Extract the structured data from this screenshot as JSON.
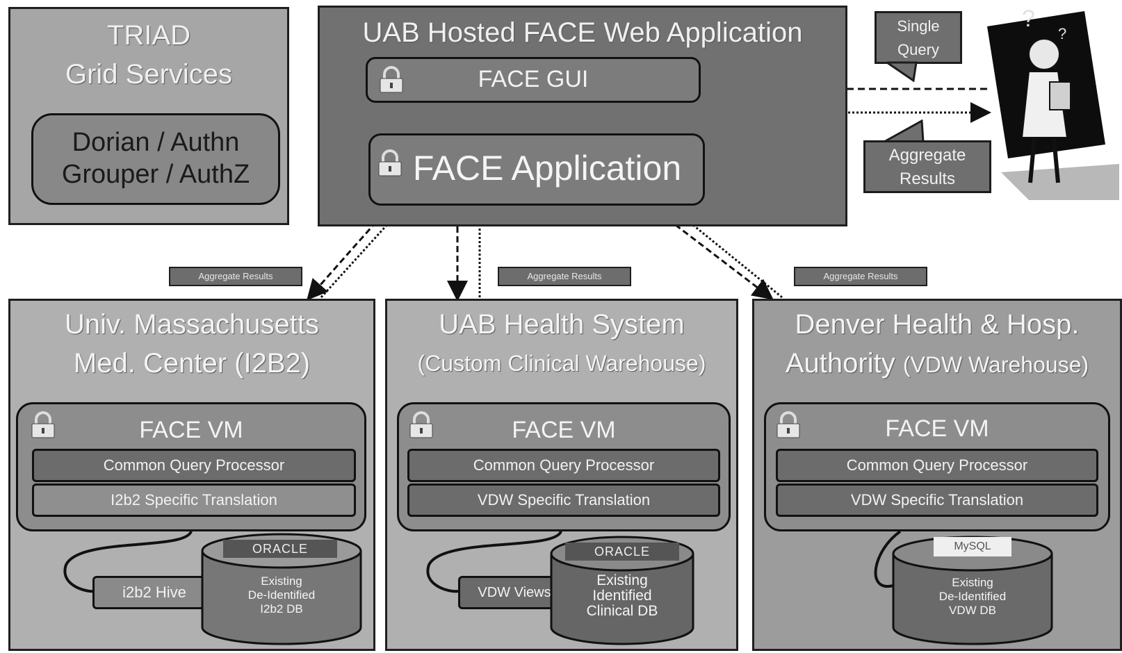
{
  "triad": {
    "title_line1": "TRIAD",
    "title_line2": "Grid Services",
    "inner_line1": "Dorian / Authn",
    "inner_line2": "Grouper / AuthZ"
  },
  "web_app": {
    "title": "UAB Hosted FACE Web Application",
    "gui_label": "FACE GUI",
    "app_label": "FACE Application"
  },
  "user_flow": {
    "single_query": "Single Query",
    "aggregate_results": "Aggregate Results"
  },
  "link_labels": {
    "left": "Aggregate Results",
    "center": "Aggregate Results",
    "right": "Aggregate Results"
  },
  "sites": [
    {
      "title_line1": "Univ. Massachusetts",
      "title_line2": "Med. Center (I2B2)",
      "vm_label": "FACE VM",
      "processor": "Common Query Processor",
      "translation": "I2b2 Specific Translation",
      "connector": "i2b2 Hive",
      "db_brand": "ORACLE",
      "db_line1": "Existing",
      "db_line2": "De-Identified",
      "db_line3": "I2b2 DB"
    },
    {
      "title_line1": "UAB Health System",
      "title_line2": "(Custom Clinical Warehouse)",
      "vm_label": "FACE VM",
      "processor": "Common Query Processor",
      "translation": "VDW Specific Translation",
      "connector": "VDW Views",
      "db_brand": "ORACLE",
      "db_line1": "Existing",
      "db_line2": "Identified",
      "db_line3": "Clinical DB"
    },
    {
      "title_line1": "Denver Health & Hosp.",
      "title_line2a": "Authority",
      "title_line2b": "(VDW Warehouse)",
      "vm_label": "FACE VM",
      "processor": "Common Query Processor",
      "translation": "VDW Specific Translation",
      "db_brand": "MySQL",
      "db_line1": "Existing",
      "db_line2": "De-Identified",
      "db_line3": "VDW DB"
    }
  ]
}
